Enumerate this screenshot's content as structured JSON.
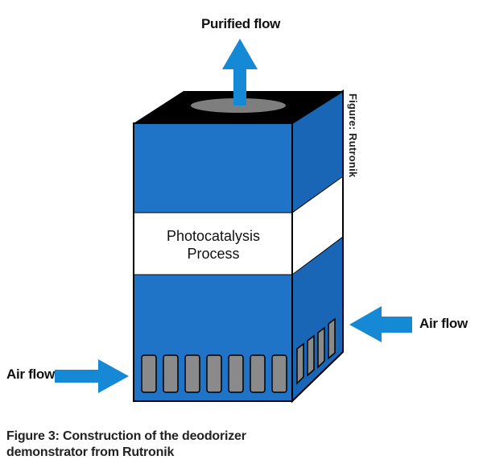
{
  "labels": {
    "purified_flow": "Purified flow",
    "air_flow_left": "Air flow",
    "air_flow_right": "Air flow",
    "process_line1": "Photocatalysis",
    "process_line2": "Process",
    "credit": "Figure: Rutronik"
  },
  "caption": {
    "line1": "Figure 3: Construction of the deodorizer",
    "line2": "demonstrator from Rutronik"
  },
  "colors": {
    "body_blue": "#1f74c8",
    "side_blue": "#1a66b6",
    "arrow_blue": "#1689d6",
    "top_black": "#000000",
    "outlet_gray": "#7e7e7e",
    "vent_gray": "#8a8a8a",
    "band_white": "#ffffff"
  },
  "icons": {
    "outlet": "outlet-ellipse",
    "vents_front": "vent-slots",
    "vents_side": "vent-slots"
  }
}
